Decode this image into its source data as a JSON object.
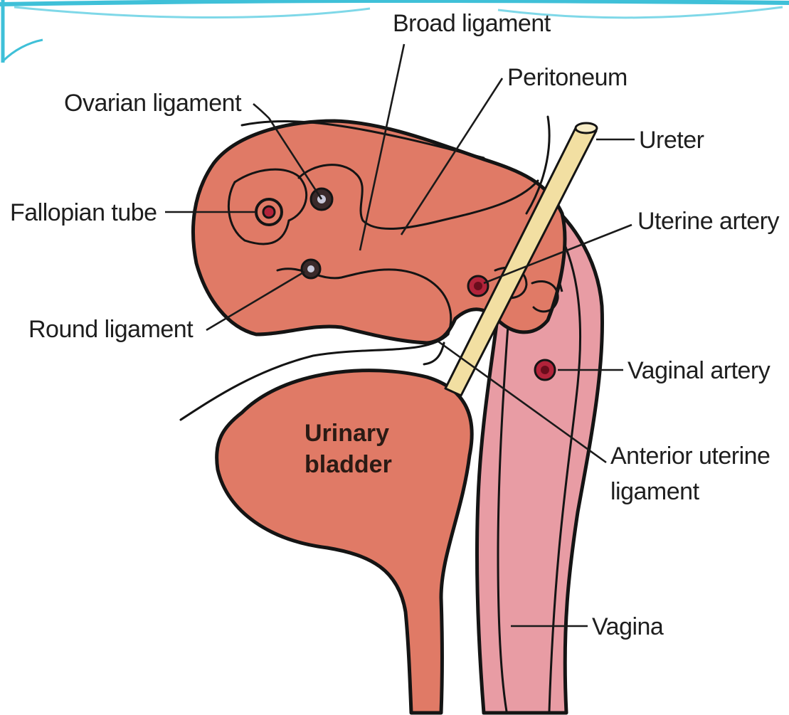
{
  "labels": {
    "broad_ligament": "Broad ligament",
    "peritoneum": "Peritoneum",
    "ovarian_ligament": "Ovarian ligament",
    "ureter": "Ureter",
    "fallopian_tube": "Fallopian tube",
    "uterine_artery": "Uterine artery",
    "round_ligament": "Round ligament",
    "vaginal_artery": "Vaginal artery",
    "urinary_bladder_line1": "Urinary",
    "urinary_bladder_line2": "bladder",
    "anterior_uterine_line1": "Anterior uterine",
    "anterior_uterine_line2": "ligament",
    "vagina": "Vagina"
  },
  "colors": {
    "tissue": "#e07a66",
    "vagina": "#e89ca4",
    "ureter": "#f2dfa2",
    "vessel": "#b2233a",
    "frame_accent": "#3fc0d8"
  }
}
